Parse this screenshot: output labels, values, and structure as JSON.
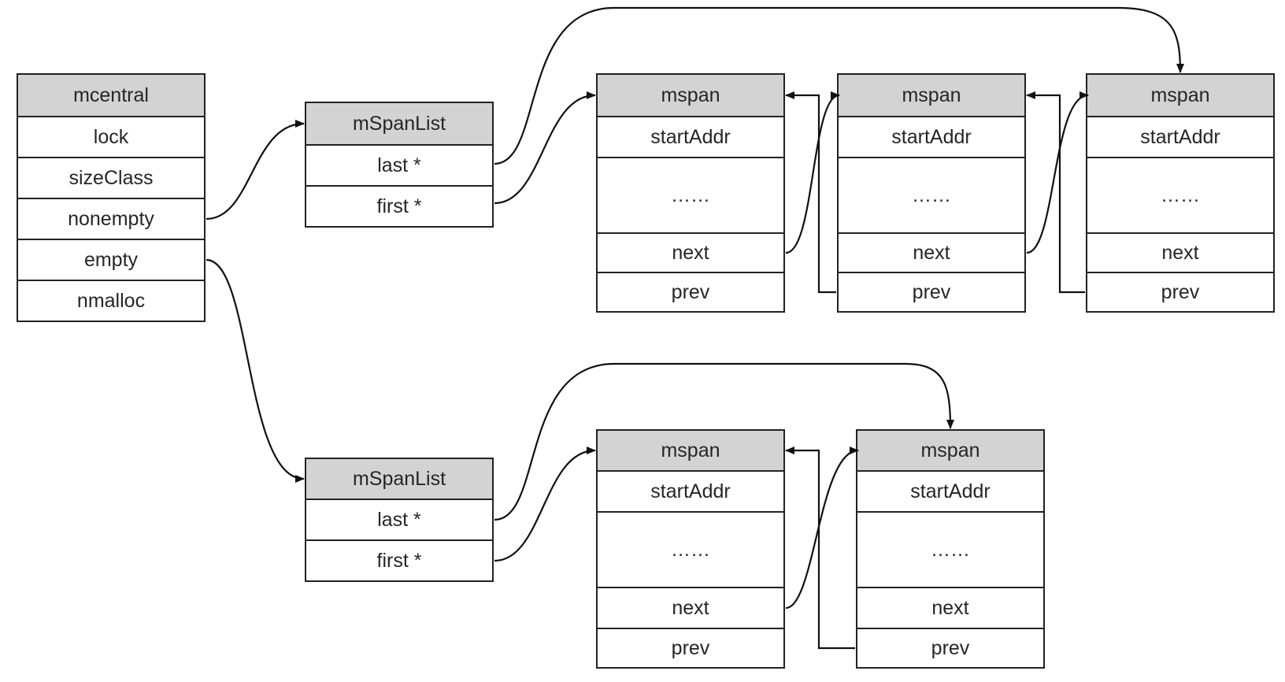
{
  "mcentral": {
    "title": "mcentral",
    "fields": [
      "lock",
      "sizeClass",
      "nonempty",
      "empty",
      "nmalloc"
    ]
  },
  "nonempty_list": {
    "title": "mSpanList",
    "fields": [
      "last *",
      "first *"
    ],
    "spans": [
      {
        "title": "mspan",
        "fields": [
          "startAddr",
          "……",
          "next",
          "prev"
        ]
      },
      {
        "title": "mspan",
        "fields": [
          "startAddr",
          "……",
          "next",
          "prev"
        ]
      },
      {
        "title": "mspan",
        "fields": [
          "startAddr",
          "……",
          "next",
          "prev"
        ]
      }
    ]
  },
  "empty_list": {
    "title": "mSpanList",
    "fields": [
      "last *",
      "first *"
    ],
    "spans": [
      {
        "title": "mspan",
        "fields": [
          "startAddr",
          "……",
          "next",
          "prev"
        ]
      },
      {
        "title": "mspan",
        "fields": [
          "startAddr",
          "……",
          "next",
          "prev"
        ]
      }
    ]
  }
}
